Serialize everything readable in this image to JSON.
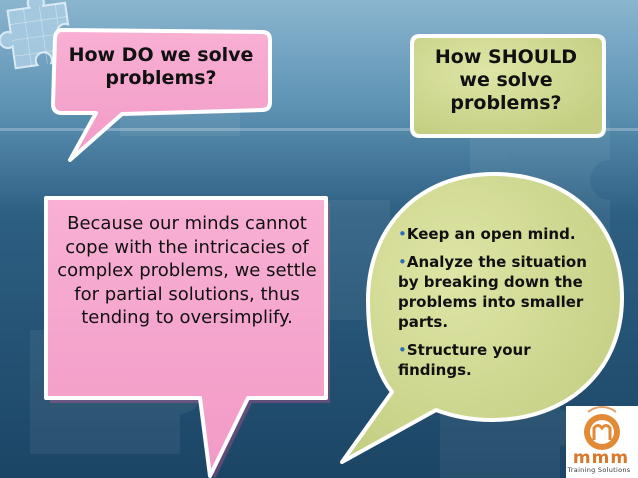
{
  "slide": {
    "question_left": "How DO we solve problems?",
    "question_right": "How SHOULD we solve problems?",
    "answer_left": "Because our minds cannot cope with the intricacies of complex problems, we settle for partial solutions, thus tending to oversimplify.",
    "bullets": [
      {
        "label": "Keep an open mind."
      },
      {
        "label": "Analyze the situation by breaking down the problems into smaller parts."
      },
      {
        "label": "Structure your findings."
      }
    ],
    "bullet_marker": "•"
  },
  "logo": {
    "letters": "mmm",
    "tagline": "Training Solutions"
  },
  "colors": {
    "background_dark": "#1c4565",
    "background_light": "#5e93b4",
    "pink_bubble": "#f6a6cd",
    "green_bubble": "#cfd891",
    "logo_orange": "#d9782a"
  },
  "icons": [
    "puzzle-piece-icon",
    "mmm-logo-icon"
  ]
}
